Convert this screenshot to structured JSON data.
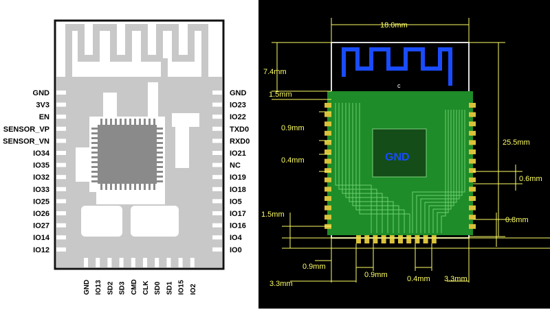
{
  "left_module": {
    "left_pins": [
      "GND",
      "3V3",
      "EN",
      "SENSOR_VP",
      "SENSOR_VN",
      "IO34",
      "IO35",
      "IO32",
      "IO33",
      "IO25",
      "IO26",
      "IO27",
      "IO14",
      "IO12"
    ],
    "right_pins": [
      "GND",
      "IO23",
      "IO22",
      "TXD0",
      "RXD0",
      "IO21",
      "NC",
      "IO19",
      "IO18",
      "IO5",
      "IO17",
      "IO16",
      "IO4",
      "IO0"
    ],
    "bottom_pins": [
      "GND",
      "IO13",
      "SD2",
      "SD3",
      "CMD",
      "CLK",
      "SD0",
      "SD1",
      "IO15",
      "IO2"
    ],
    "colors": {
      "board": "#c8c8c8",
      "outline": "#111111",
      "pad": "#ffffff",
      "chip": "#8a8a8a"
    }
  },
  "right_module": {
    "dimensions": {
      "width": "18.0mm",
      "antenna_height": "7.4mm",
      "keepout_gap": "1.5mm",
      "body_height": "25.5mm",
      "pin_pitch_left": "0.9mm",
      "pad_width_left": "0.4mm",
      "pin_offset_right": "0.6mm",
      "bottom_margin_left": "1.5mm",
      "bottom_margin_right": "0.8mm",
      "bottom_pad_pitch": "0.9mm",
      "bottom_left_offset": "3.3mm",
      "bottom_pitch": "0.9mm",
      "bottom_pad_width": "0.4mm",
      "bottom_right_offset": "3.3mm"
    },
    "silk_label": "GND",
    "marker": "c",
    "colors": {
      "background": "#000000",
      "pcb": "#1e8c28",
      "antenna": "#1a4cff",
      "dimension": "#ffff66",
      "pad": "#d9c23a"
    }
  }
}
